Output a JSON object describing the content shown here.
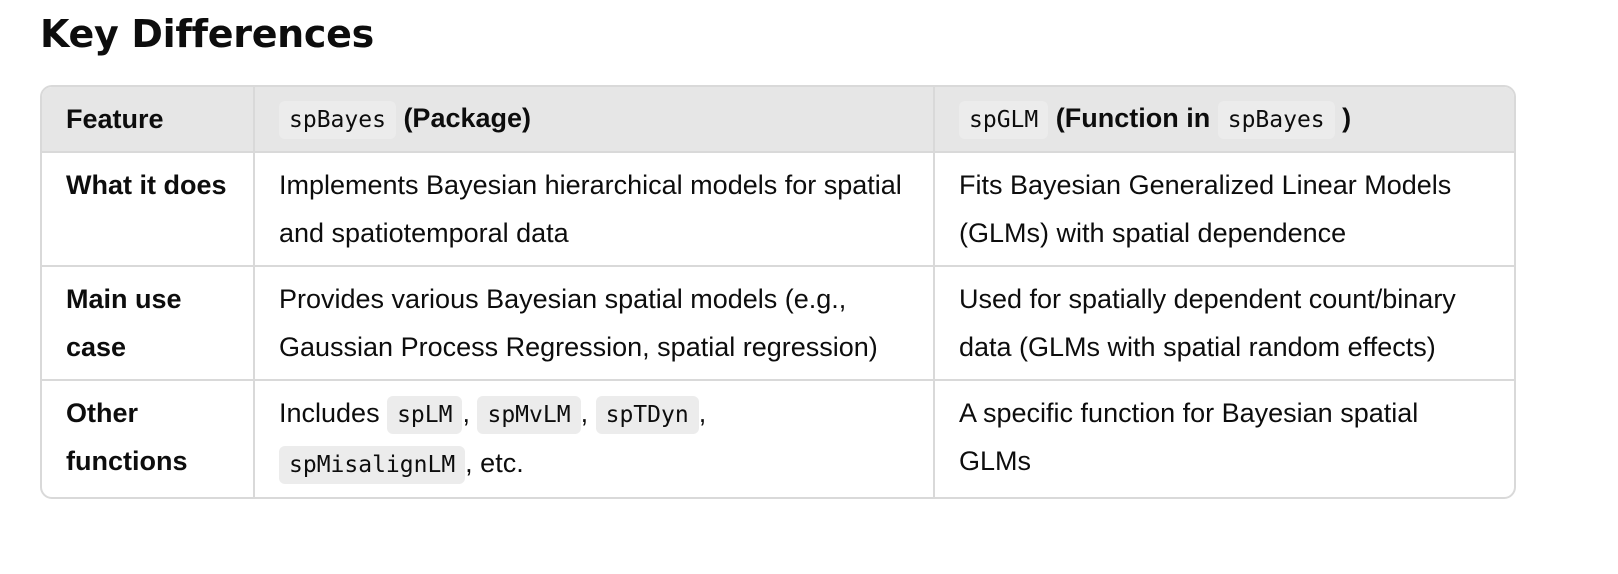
{
  "heading": "Key Differences",
  "table": {
    "header": {
      "col1": "Feature",
      "col2_code": "spBayes",
      "col2_text": " (Package)",
      "col3_code": "spGLM",
      "col3_text_a": " (Function in ",
      "col3_code_b": "spBayes",
      "col3_text_b": " )"
    },
    "rows": [
      {
        "feature": "What it does",
        "spbayes": "Implements Bayesian hierarchical models for spatial and spatiotemporal data",
        "spglm": "Fits Bayesian Generalized Linear Models (GLMs) with spatial dependence"
      },
      {
        "feature": "Main use case",
        "spbayes": "Provides various Bayesian spatial models (e.g., Gaussian Process Regression, spatial regression)",
        "spglm": "Used for spatially dependent count/binary data (GLMs with spatial random effects)"
      },
      {
        "feature": "Other functions",
        "spbayes_prefix": "Includes ",
        "spbayes_codes": [
          "spLM",
          "spMvLM",
          "spTDyn",
          "spMisalignLM"
        ],
        "spbayes_suffix": ", etc.",
        "spglm": "A specific function for Bayesian spatial GLMs"
      }
    ]
  },
  "colors": {
    "header_bg": "#e6e6e6",
    "border": "#d9d9d9",
    "code_bg": "#ececec",
    "text": "#0d0d0d"
  }
}
